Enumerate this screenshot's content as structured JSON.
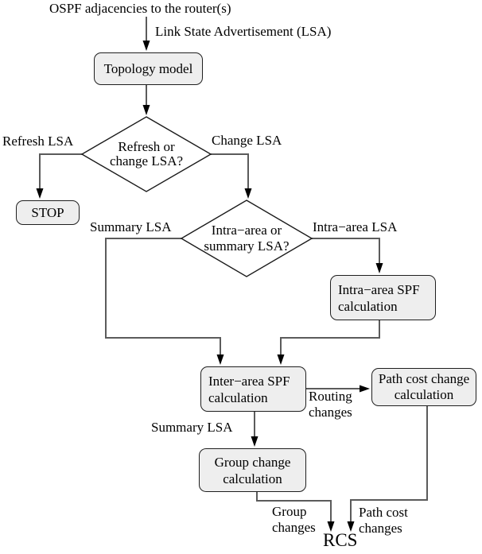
{
  "diagram": {
    "title": "OSPF adjacencies to the router(s)",
    "colors": {
      "node_fill": "#eeeeee",
      "node_border": "#1f1f1f",
      "edge": "#5b5b5b",
      "arrowhead": "#000000",
      "text": "#000000",
      "background": "#ffffff"
    },
    "nodes": {
      "topology": {
        "label": "Topology model"
      },
      "stop": {
        "label": "STOP"
      },
      "intra_spf": {
        "line1": "Intra−area SPF",
        "line2": "calculation"
      },
      "inter_spf": {
        "line1": "Inter−area SPF",
        "line2": "calculation"
      },
      "path_cost": {
        "line1": "Path cost change",
        "line2": "calculation"
      },
      "group_change": {
        "line1": "Group change",
        "line2": "calculation"
      }
    },
    "decisions": {
      "refresh_or_change": {
        "line1": "Refresh or",
        "line2": "change LSA?"
      },
      "intra_or_summary": {
        "line1": "Intra−area or",
        "line2": "summary LSA?"
      }
    },
    "labels": {
      "top_title": "OSPF adjacencies to the router(s)",
      "lsa": "Link State Advertisement (LSA)",
      "refresh_lsa": "Refresh LSA",
      "change_lsa": "Change LSA",
      "summary_lsa_branch": "Summary LSA",
      "intra_area_lsa": "Intra−area LSA",
      "routing_changes_line1": "Routing",
      "routing_changes_line2": "changes",
      "summary_lsa_out": "Summary LSA",
      "group_changes_line1": "Group",
      "group_changes_line2": "changes",
      "path_cost_changes_line1": "Path cost",
      "path_cost_changes_line2": "changes",
      "rcs": "RCS"
    }
  }
}
